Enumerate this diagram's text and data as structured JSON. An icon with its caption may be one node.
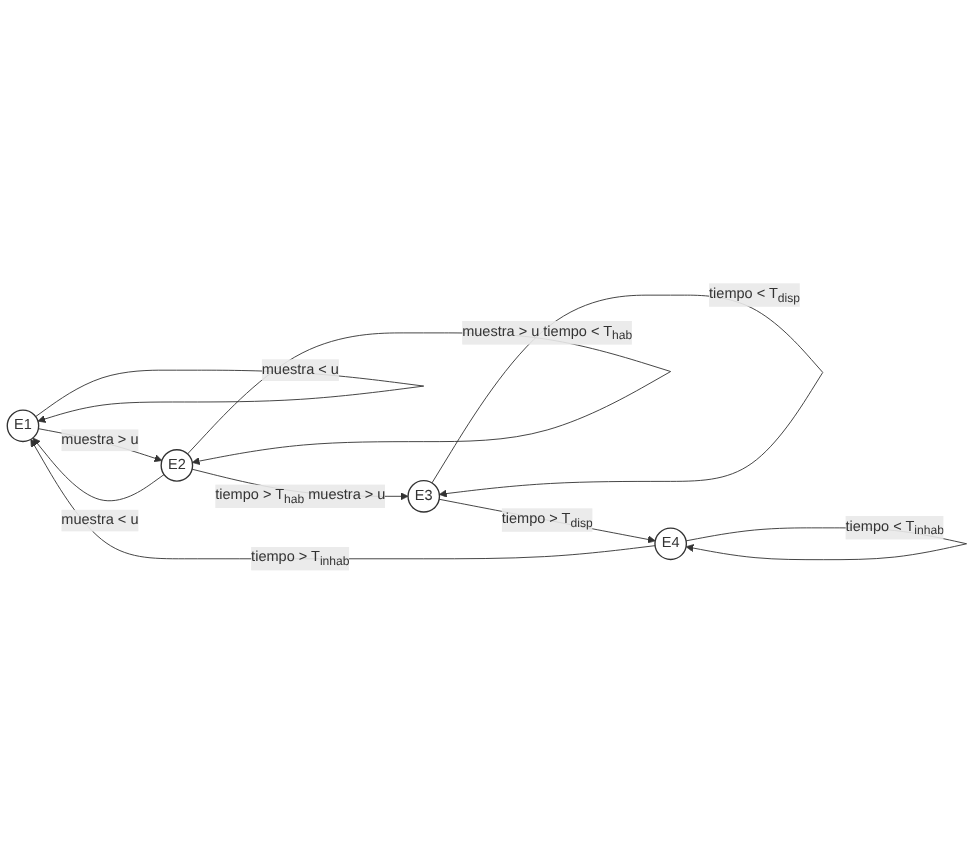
{
  "diagram": {
    "nodes": [
      {
        "text": [
          "E1"
        ]
      },
      {
        "text": [
          "E2"
        ]
      },
      {
        "text": [
          "E3"
        ]
      },
      {
        "text": [
          "E4"
        ]
      }
    ],
    "edges": [
      {
        "from": 0,
        "to": 0,
        "arrow": "to",
        "label": "muestra < u"
      },
      {
        "from": 0,
        "to": 1,
        "arrow": "to",
        "label": "muestra > u"
      },
      {
        "from": 1,
        "to": 0,
        "arrow": "to",
        "label": "muestra < u"
      },
      {
        "from": 1,
        "to": 1,
        "arrow": "to",
        "label": "muestra > u tiempo < T$_{hab}$"
      },
      {
        "from": 1,
        "to": 2,
        "arrow": "to",
        "label": "tiempo > T$_{hab}$ muestra > u"
      },
      {
        "from": 2,
        "to": 3,
        "arrow": "to",
        "label": "tiempo > T$_{disp}$"
      },
      {
        "from": 2,
        "to": 2,
        "arrow": "to",
        "label": "tiempo < T$_{disp}$"
      },
      {
        "from": 3,
        "to": 0,
        "arrow": "to",
        "label": "tiempo > T$_{inhab}$"
      },
      {
        "from": 3,
        "to": 3,
        "arrow": "to",
        "label": "tiempo < T$_{inhab}$"
      }
    ]
  }
}
